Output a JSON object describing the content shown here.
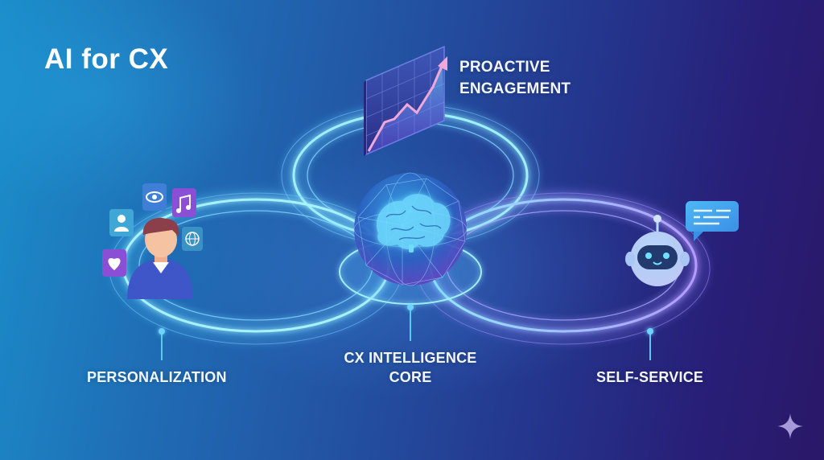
{
  "title": "AI for CX",
  "nodes": {
    "top": {
      "label_line1": "PROACTIVE",
      "label_line2": "ENGAGEMENT",
      "icon": "growth-chart-icon"
    },
    "left": {
      "label": "PERSONALIZATION",
      "icon": "user-avatar-icon",
      "satellite_icons": [
        "user-icon",
        "eye-icon",
        "music-note-icon",
        "globe-icon",
        "heart-icon"
      ]
    },
    "center": {
      "label_line1": "CX INTELLIGENCE",
      "label_line2": "CORE",
      "icon": "brain-sphere-icon"
    },
    "right": {
      "label": "SELF-SERVICE",
      "icon": "chatbot-robot-icon",
      "satellite_icons": [
        "chat-bubble-icon"
      ]
    }
  },
  "corner_icon": "sparkle-icon",
  "colors": {
    "bg_left": "#1b8fcb",
    "bg_mid": "#2353a3",
    "bg_right": "#2a1868",
    "ring_glow": "#7fe3ff",
    "ring_purple": "#a98bff",
    "text": "#ffffff",
    "connector": "#5fc6f0"
  }
}
